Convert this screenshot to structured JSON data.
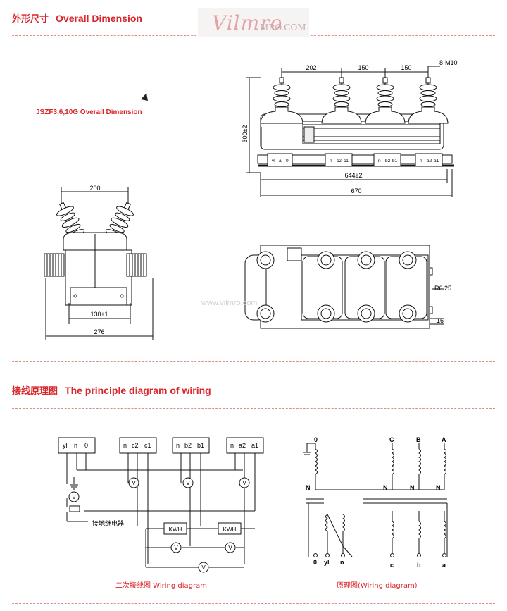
{
  "header1": {
    "cn": "外形尺寸",
    "en": "Overall Dimension"
  },
  "header2": {
    "cn": "接线原理图",
    "en": "The principle diagram of wiring"
  },
  "logo": {
    "script": "Vilmro",
    "site": "MRO.COM"
  },
  "watermark": "www.vilmro.com",
  "subtitle": "JSZF3,6,10G Overall Dimension",
  "front": {
    "dims": [
      "202",
      "150",
      "150"
    ],
    "bolt": "8-M10",
    "height": "300±2",
    "d644": "644±2",
    "d670": "670",
    "terminals": [
      "yl",
      "a",
      "0",
      "n",
      "c2",
      "c1",
      "n",
      "b2",
      "b1",
      "n",
      "a2",
      "a1"
    ]
  },
  "side": {
    "d200": "200",
    "d130": "130±1",
    "d276": "276"
  },
  "top": {
    "radius": "R6.25",
    "d16": "16"
  },
  "wiring": {
    "boxes": [
      [
        "yl",
        "n",
        "0"
      ],
      [
        "n",
        "c2",
        "c1"
      ],
      [
        "n",
        "b2",
        "b1"
      ],
      [
        "n",
        "a2",
        "a1"
      ]
    ],
    "kwh": "KWH",
    "v": "V",
    "ground_label": "接地继电器",
    "caption": "二次接线图 Wiring diagram"
  },
  "principle": {
    "top_labels": [
      "0",
      "C",
      "B",
      "A"
    ],
    "n_labels": [
      "N",
      "N",
      "N",
      "N"
    ],
    "bottom_labels": [
      "0",
      "yl",
      "n",
      "c",
      "b",
      "a"
    ],
    "caption": "原理图(Wiring diagram)"
  }
}
